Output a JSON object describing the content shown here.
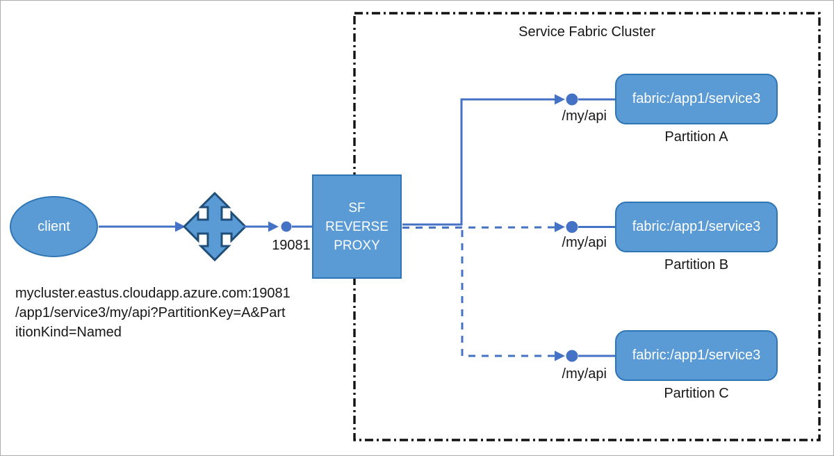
{
  "diagram": {
    "cluster_title": "Service Fabric Cluster",
    "client_label": "client",
    "port_label": "19081",
    "proxy_lines": [
      "SF",
      "REVERSE",
      "PROXY"
    ],
    "request_url_lines": [
      "mycluster.eastus.cloudapp.azure.com:19081",
      "/app1/service3/my/api?PartitionKey=A&Part",
      "itionKind=Named"
    ],
    "services": [
      {
        "name": "fabric:/app1/service3",
        "partition": "Partition A",
        "api_path": "/my/api",
        "connector": "solid"
      },
      {
        "name": "fabric:/app1/service3",
        "partition": "Partition B",
        "api_path": "/my/api",
        "connector": "dashed"
      },
      {
        "name": "fabric:/app1/service3",
        "partition": "Partition C",
        "api_path": "/my/api",
        "connector": "dashed"
      }
    ],
    "colors": {
      "node_fill": "#5B9BD5",
      "node_border": "#2E75B6",
      "connector_blue": "#4472C4",
      "icon_border": "#1F4E79",
      "cluster_border": "#111111",
      "text_dark": "#161616",
      "text_light": "#FFFFFF"
    }
  }
}
